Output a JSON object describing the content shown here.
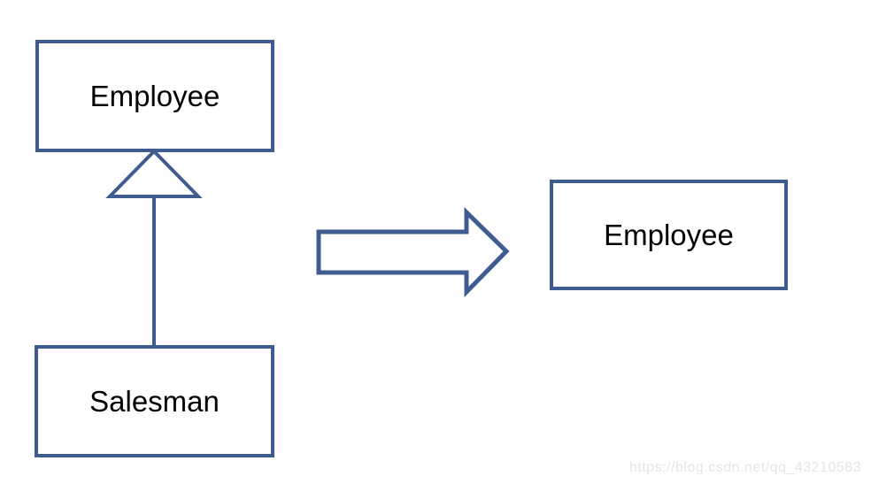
{
  "diagram": {
    "boxes": {
      "parent": {
        "label": "Employee"
      },
      "child": {
        "label": "Salesman"
      },
      "result": {
        "label": "Employee"
      }
    },
    "relationship": "generalization (Salesman inherits Employee)",
    "transform": "right-arrow (collapse hierarchy into single Employee)",
    "colors": {
      "shape_stroke": "#3E5C8F",
      "label_text": "#000000",
      "watermark_text": "#E5E5E5",
      "background": "#FFFFFF"
    },
    "watermark": "https://blog.csdn.net/qq_43210583"
  }
}
